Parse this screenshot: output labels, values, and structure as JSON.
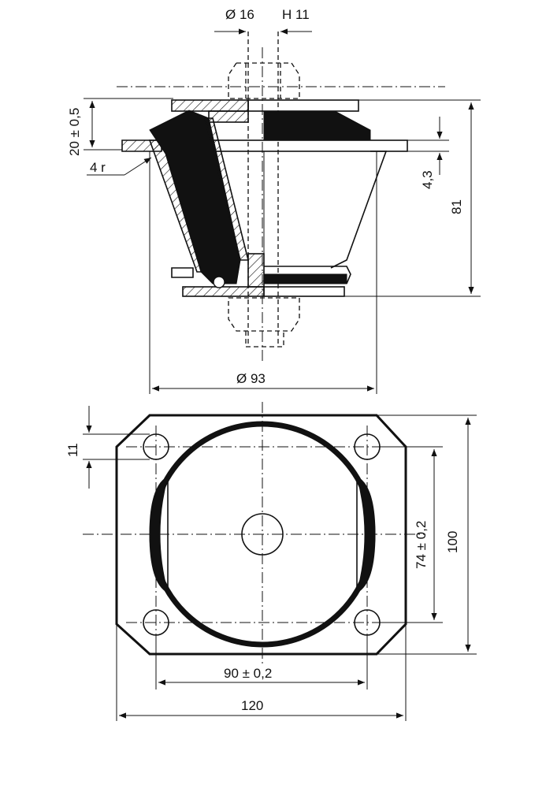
{
  "dimensions": {
    "bolt_diameter": "Ø 16",
    "bolt_tolerance": "H 11",
    "top_flange_height": "20 ± 0,5",
    "fillet_radius": "4 r",
    "flange_thickness": "4,3",
    "overall_height": "81",
    "cone_diameter": "Ø 93",
    "hole_spacing_y": "11",
    "hole_pitch_vertical": "74 ± 0,2",
    "plate_height": "100",
    "hole_pitch_horizontal": "90 ± 0,2",
    "plate_width": "120"
  },
  "colors": {
    "ink": "#111111",
    "paper": "#ffffff"
  }
}
